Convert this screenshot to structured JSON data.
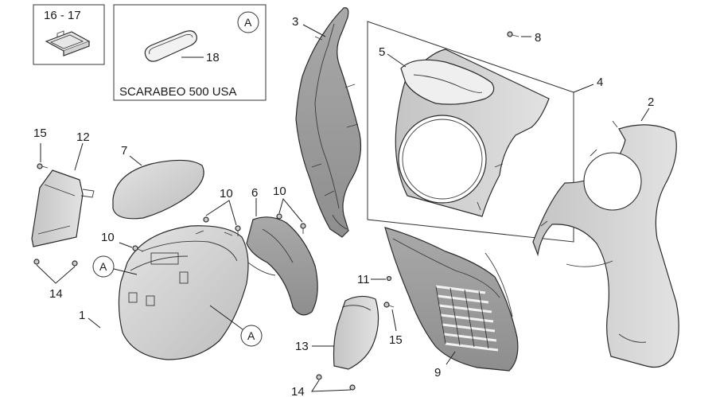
{
  "inset_clip": {
    "label": "16 - 17"
  },
  "inset_usa": {
    "callout": "A",
    "part_label": "18",
    "caption": "SCARABEO 500 USA"
  },
  "parts": {
    "p1": "1",
    "p2": "2",
    "p3": "3",
    "p4": "4",
    "p5": "5",
    "p6": "6",
    "p7": "7",
    "p8": "8",
    "p9": "9",
    "p10a": "10",
    "p10b": "10",
    "p10c": "10",
    "p11": "11",
    "p12": "12",
    "p13": "13",
    "p14a": "14",
    "p14b": "14",
    "p15a": "15",
    "p15b": "15"
  },
  "callouts": {
    "a1": "A",
    "a2": "A"
  },
  "colors": {
    "line": "#2a2a2a",
    "panel_dark": "#b4b4b4",
    "panel_mid": "#c9c9c9",
    "panel_light": "#dedede"
  }
}
